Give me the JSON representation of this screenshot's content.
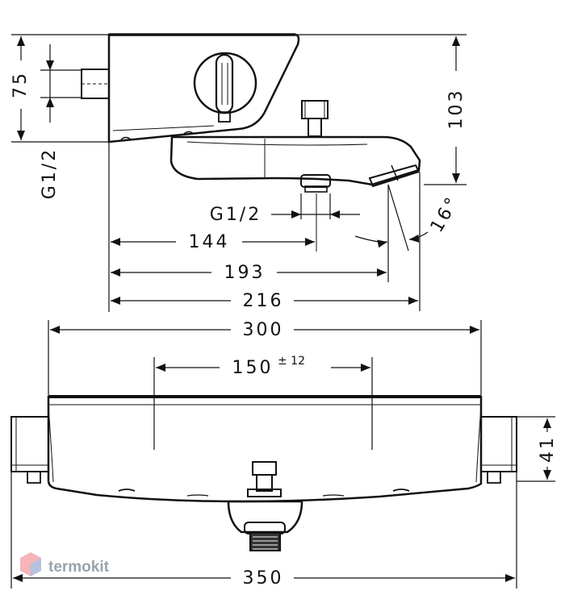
{
  "dimensions": {
    "height_75": "75",
    "thread_g12_side": "G1/2",
    "height_103": "103",
    "thread_g12_spout": "G1/2",
    "angle_16": "16°",
    "length_144": "144",
    "length_193": "193",
    "length_216": "216",
    "width_300": "300",
    "spacing_150": "150",
    "tolerance_12": "± 12",
    "depth_41": "41",
    "width_350": "350"
  },
  "watermark": {
    "brand": "termokit"
  }
}
